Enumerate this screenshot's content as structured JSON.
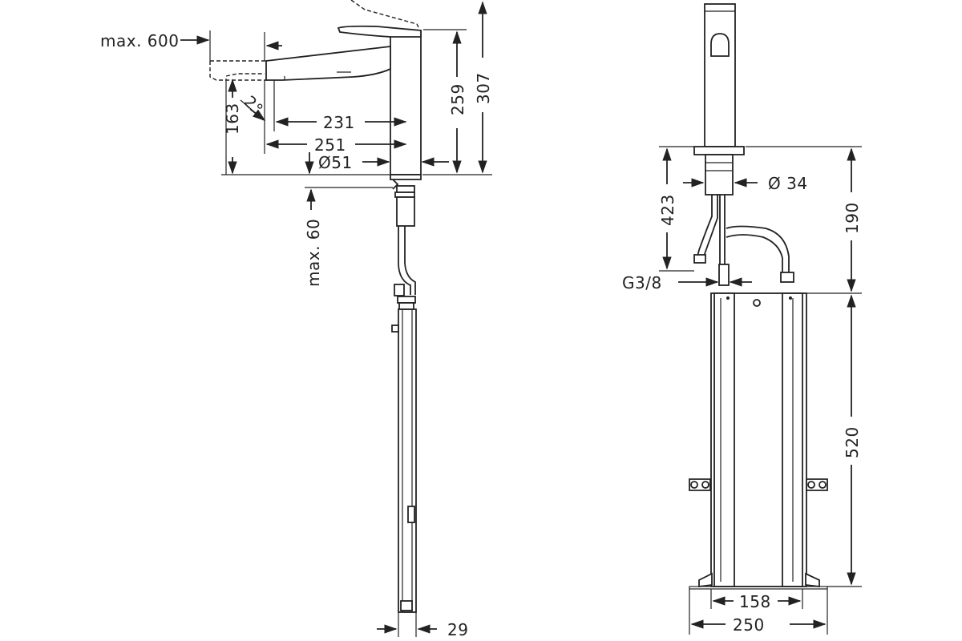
{
  "left_view": {
    "max_pullout": "max. 600",
    "height_163": "163",
    "angle": "2°",
    "width_231": "231",
    "width_251": "251",
    "diameter_51": "Ø51",
    "height_259": "259",
    "height_307": "307",
    "max_60": "max. 60",
    "width_29": "29"
  },
  "right_view": {
    "diameter_34": "Ø 34",
    "height_423": "423",
    "height_190": "190",
    "thread": "G3/8",
    "height_520": "520",
    "width_158": "158",
    "width_250": "250"
  }
}
